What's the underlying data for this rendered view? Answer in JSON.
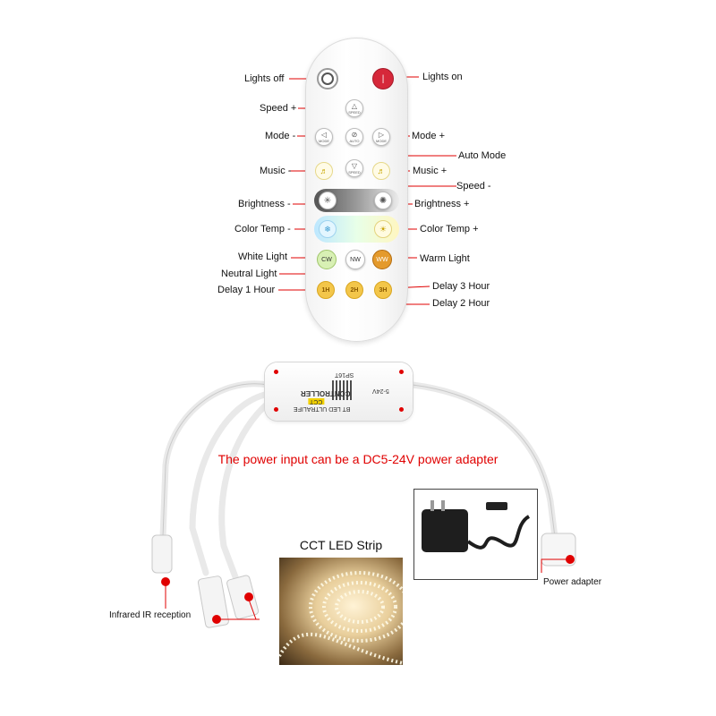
{
  "remote": {
    "buttons": {
      "speed_up": "SPEED",
      "mode_minus": "MODE",
      "auto": "AUTO",
      "mode_plus": "MODE",
      "speed_down": "SPEED",
      "cw": "CW",
      "nw": "NW",
      "ww": "WW",
      "d1": "1H",
      "d2": "2H",
      "d3": "3H"
    },
    "labels": {
      "lights_off": "Lights off",
      "lights_on": "Lights on",
      "speed_plus": "Speed +",
      "mode_minus": "Mode -",
      "mode_plus": "Mode +",
      "auto_mode": "Auto Mode",
      "music_minus": "Music -",
      "music_plus": "Music +",
      "speed_minus": "Speed -",
      "brightness_minus": "Brightness -",
      "brightness_plus": "Brightness +",
      "color_temp_minus": "Color Temp -",
      "color_temp_plus": "Color Temp +",
      "white_light": "White Light",
      "neutral_light": "Neutral Light",
      "warm_light": "Warm Light",
      "delay_1": "Delay 1 Hour",
      "delay_2": "Delay 2 Hour",
      "delay_3": "Delay 3 Hour"
    }
  },
  "controller": {
    "line1": "BT LED ULTRALIFE",
    "line2": "CONTROLLER",
    "line3": "CCT",
    "line4": "SP16T",
    "line5": "5-24V"
  },
  "power_note": "The power input can be a DC5-24V power adapter",
  "strip_title": "CCT LED Strip",
  "infrared_label": "Infrared IR reception",
  "adapter_label": "Power adapter",
  "colors": {
    "accent_red": "#e00000",
    "on_button": "#d6283a"
  }
}
